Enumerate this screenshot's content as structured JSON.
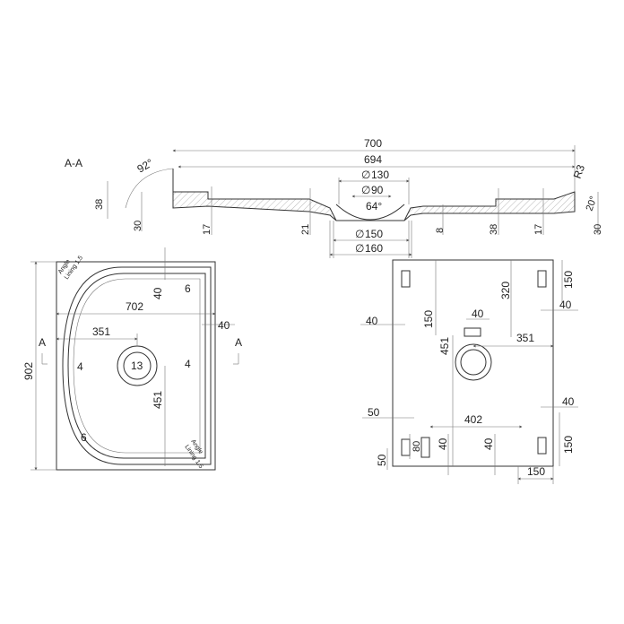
{
  "section": {
    "label": "A-A",
    "angle_left": "92°",
    "dim_700": "700",
    "dim_694": "694",
    "dia_130": "130",
    "dia_90": "90",
    "angle_drain": "64°",
    "dia_150": "150",
    "dia_160": "160",
    "h38_left": "38",
    "h30_left": "30",
    "h17_left": "17",
    "h21": "21",
    "h8": "8",
    "h38_right": "38",
    "h17_right": "17",
    "h30_right": "30",
    "r3": "R3",
    "deg20": "20°",
    "dia_symbol": "∅"
  },
  "top_view": {
    "marker_a_left": "A",
    "marker_a_right": "A",
    "angle_note_top": "Angle",
    "lining_note_top": "Lining 1.5",
    "angle_note_bottom": "Angle",
    "lining_note_bottom": "Lining 1.5",
    "dim_902": "902",
    "dim_702": "702",
    "dim_351": "351",
    "dim_40_top": "40",
    "dim_6_top": "6",
    "dim_40_right": "40",
    "dim_13": "13",
    "dim_4_left": "4",
    "dim_4_right": "4",
    "dim_451": "451",
    "dim_6_bottom": "6"
  },
  "bottom_view": {
    "dim_40_left": "40",
    "dim_150_vert": "150",
    "dim_451": "451",
    "dim_40_drain": "40",
    "dim_320": "320",
    "dim_351": "351",
    "dim_150_topright": "150",
    "dim_40_topright": "40",
    "dim_40_right_mid": "40",
    "dim_50_left": "50",
    "dim_402": "402",
    "dim_80": "80",
    "dim_40_bottom_a": "40",
    "dim_40_bottom_b": "40",
    "dim_150_right": "150",
    "dim_50_bottom": "50",
    "dim_150_bottom": "150"
  }
}
